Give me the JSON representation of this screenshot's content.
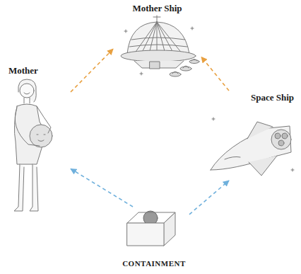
{
  "diagram": {
    "nodes": [
      {
        "text": [
          "Mother Ship"
        ]
      },
      {
        "text": [
          "Mother"
        ]
      },
      {
        "text": [
          "Space Ship"
        ]
      },
      {
        "text": [
          "CONTAINMENT"
        ]
      }
    ],
    "edges": [
      {
        "from": 1,
        "to": 0,
        "arrow": "to"
      },
      {
        "from": 2,
        "to": 0,
        "arrow": "to"
      },
      {
        "from": 3,
        "to": 1,
        "arrow": "to"
      },
      {
        "from": 3,
        "to": 2,
        "arrow": "to"
      }
    ]
  }
}
